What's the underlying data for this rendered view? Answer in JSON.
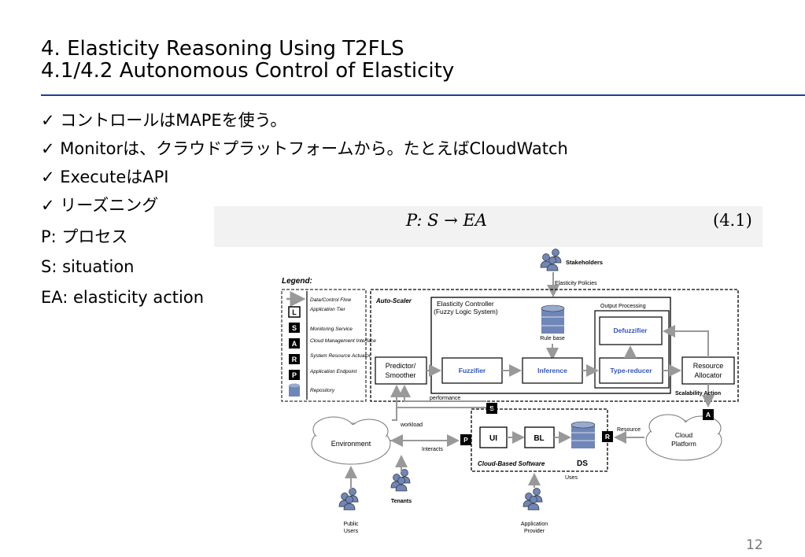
{
  "slide": {
    "title_line1": "4. Elasticity Reasoning Using T2FLS",
    "title_line2": "4.1/4.2 Autonomous Control of Elasticity",
    "bullets": [
      "✓ コントロールはMAPEを使う。",
      "✓ Monitorは、クラウドプラットフォームから。たとえばCloudWatch",
      "✓ ExecuteはAPI",
      "✓ リーズニング",
      "P: プロセス",
      "S: situation",
      "EA: elasticity action"
    ],
    "formula": {
      "expr": "P: S → EA",
      "number": "(4.1)"
    },
    "page_number": "12"
  },
  "diagram": {
    "legend": {
      "title": "Legend:",
      "items": [
        "Data/Control Flow",
        "Application Tier",
        "Monitoring Service",
        "Cloud Management Interface",
        "System Resource Actuator",
        "Application Endpoint",
        "Repository"
      ],
      "symbols": [
        "L",
        "S",
        "A",
        "R",
        "P"
      ]
    },
    "stakeholders": "Stakeholders",
    "elasticity_policies": "Elasticity Policies",
    "auto_scaler": "Auto-Scaler",
    "elasticity_controller": "Elasticity Controller",
    "fuzzy_logic_system": "(Fuzzy Logic System)",
    "output_processing": "Output Processing",
    "rule_base": "Rule base",
    "defuzzifier": "Defuzzifier",
    "predictor": "Predictor/",
    "smoother": "Smoother",
    "fuzzifier": "Fuzzifier",
    "inference": "Inference",
    "type_reducer": "Type-reducer",
    "resource": "Resource",
    "allocator": "Allocator",
    "scalability_action": "Scalability Action",
    "performance": "performance",
    "workload": "workload",
    "environment": "Environment",
    "interacts": "Interacts",
    "ui": "UI",
    "bl": "BL",
    "ds": "DS",
    "cloud_based_software": "Cloud-Based Software",
    "resource_label": "Resource",
    "cloud": "Cloud",
    "platform": "Platform",
    "uses": "Uses",
    "tenants": "Tenants",
    "public": "Public",
    "users": "Users",
    "application": "Application",
    "provider": "Provider",
    "badge_s": "S",
    "badge_p": "P",
    "badge_r": "R",
    "badge_a": "A"
  }
}
